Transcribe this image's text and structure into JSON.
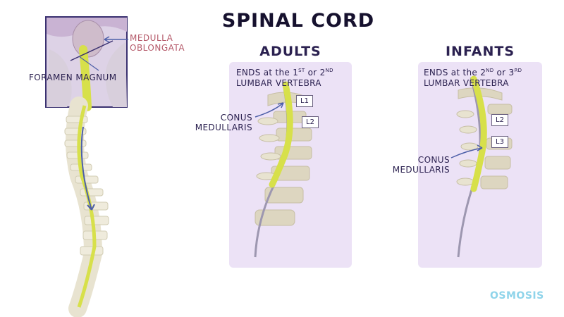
{
  "title": "SPINAL CORD",
  "brain_inset": {
    "medulla_label_line1": "MEDULLA",
    "medulla_label_line2": "OBLONGATA",
    "foramen_label": "FORAMEN MAGNUM"
  },
  "adults": {
    "heading": "ADULTS",
    "ends_a": "ENDS at the 1",
    "ends_sup1": "ST",
    "ends_b": " or 2",
    "ends_sup2": "ND",
    "ends_line2": "LUMBAR VERTEBRA",
    "conus_line1": "CONUS",
    "conus_line2": "MEDULLARIS",
    "vertebra_labels": [
      "L1",
      "L2"
    ]
  },
  "infants": {
    "heading": "INFANTS",
    "ends_a": "ENDS at the 2",
    "ends_sup1": "ND",
    "ends_b": " or 3",
    "ends_sup2": "RD",
    "ends_line2": "LUMBAR VERTEBRA",
    "conus_line1": "CONUS",
    "conus_line2": "MEDULLARIS",
    "vertebra_labels": [
      "L2",
      "L3"
    ]
  },
  "logo": "OSMOSIS",
  "colors": {
    "cord": "#d7e04a",
    "panel": "#ece2f6",
    "bone": "#e8e3d0",
    "ink": "#2b2150",
    "arrow": "#4d5fa8",
    "medulla_text": "#b55a6a",
    "inset_border": "#3a3170"
  }
}
